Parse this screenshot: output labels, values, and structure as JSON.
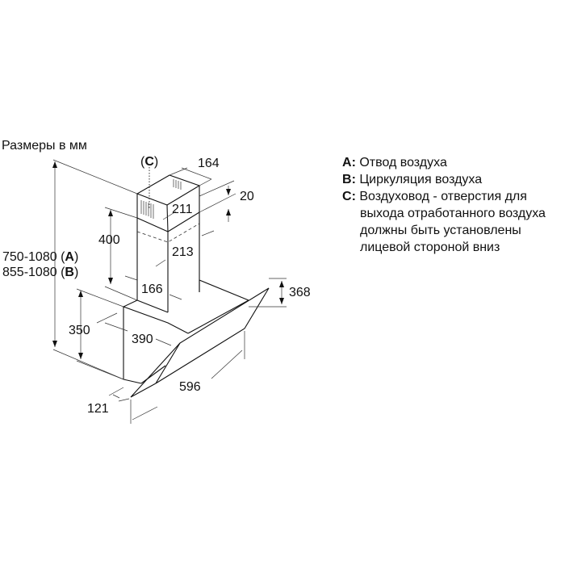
{
  "title": "Размеры в мм",
  "dimensions": {
    "height_a": "750-1080",
    "height_b": "855-1080",
    "label_a": "A",
    "label_b": "B",
    "label_c": "C",
    "d164": "164",
    "d20": "20",
    "d211": "211",
    "d400": "400",
    "d213": "213",
    "d166": "166",
    "d368": "368",
    "d350": "350",
    "d390": "390",
    "d596": "596",
    "d121": "121"
  },
  "legend": [
    {
      "key": "A",
      "text": "Отвод воздуха"
    },
    {
      "key": "B",
      "text": "Циркуляция воздуха"
    },
    {
      "key": "C",
      "text": "Воздуховод - отверстия для"
    },
    {
      "key": "",
      "text": "выхода отработанного воздуха"
    },
    {
      "key": "",
      "text": "должны быть установлены"
    },
    {
      "key": "",
      "text": "лицевой стороной вниз"
    }
  ]
}
